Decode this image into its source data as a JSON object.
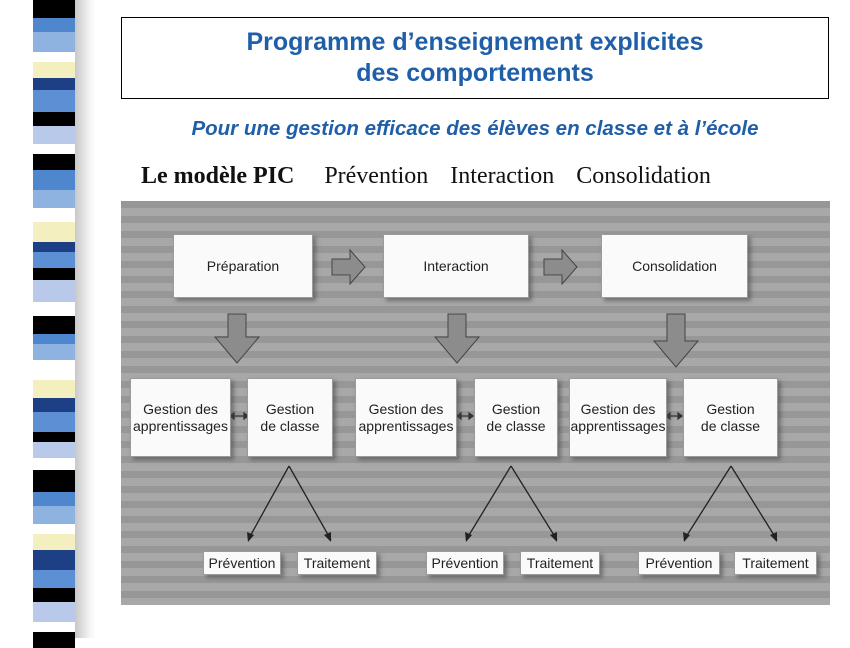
{
  "title": {
    "line1": "Programme d’enseignement explicites",
    "line2": "des comportements"
  },
  "subtitle": "Pour une gestion efficace des élèves en classe et à l’école",
  "model": {
    "label": "Le modèle PIC",
    "terms": [
      "Prévention",
      "Interaction",
      "Consolidation"
    ]
  },
  "diagram": {
    "stages": [
      "Préparation",
      "Interaction",
      "Consolidation"
    ],
    "groups": [
      {
        "left": {
          "line1": "Gestion des",
          "line2": "apprentissages"
        },
        "right": {
          "line1": "Gestion",
          "line2": "de classe"
        },
        "outcomes": [
          "Prévention",
          "Traitement"
        ]
      },
      {
        "left": {
          "line1": "Gestion des",
          "line2": "apprentissages"
        },
        "right": {
          "line1": "Gestion",
          "line2": "de classe"
        },
        "outcomes": [
          "Prévention",
          "Traitement"
        ]
      },
      {
        "left": {
          "line1": "Gestion des",
          "line2": "apprentissages"
        },
        "right": {
          "line1": "Gestion",
          "line2": "de classe"
        },
        "outcomes": [
          "Prévention",
          "Traitement"
        ]
      }
    ]
  },
  "colors": {
    "title_blue": "#1f5ea8",
    "figure_bg": "#a8a8a8",
    "arrow_fill": "#8c8c8c"
  }
}
